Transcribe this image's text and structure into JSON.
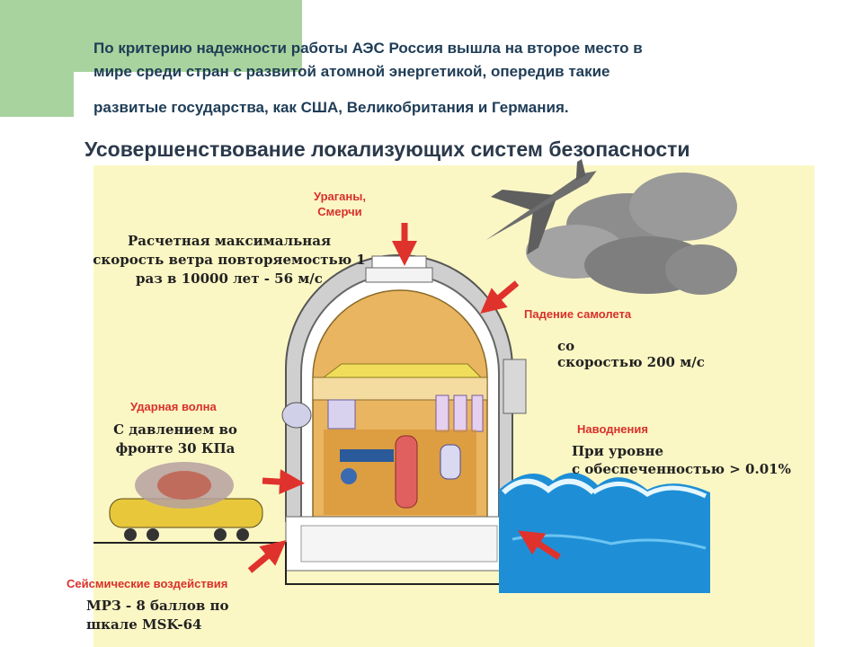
{
  "header": {
    "line1": "По критерию надежности работы АЭС Россия вышла на второе место в",
    "line2": "мире среди стран с развитой атомной энергетикой, опередив такие",
    "line3": "развитые государства, как США, Великобритания и Германия."
  },
  "diagram": {
    "title": "Усовершенствование локализующих систем безопасности",
    "hazards": {
      "hurricanes": {
        "title_line1": "Ураганы,",
        "title_line2": "Смерчи",
        "desc_line1": "Расчетная максимальная",
        "desc_line2": "скорость ветра повторяемостью 1",
        "desc_line3": "раз в 10000 лет - 56 м/с"
      },
      "aircraft": {
        "title": "Падение самолета",
        "desc_line1": "со",
        "desc_line2": "скоростью 200 м/с"
      },
      "shockwave": {
        "title": "Ударная волна",
        "desc_line1": "С давлением во",
        "desc_line2": "фронте 30 КПа"
      },
      "flood": {
        "title": "Наводнения",
        "desc_line1": "При уровне",
        "desc_line2": "с обеспеченностью  > 0.01%"
      },
      "seismic": {
        "title": "Сейсмические воздействия",
        "desc_line1": "МРЗ - 8 баллов по",
        "desc_line2": "шкале MSK-64"
      }
    },
    "colors": {
      "panel": "#fbf7c4",
      "arrow": "#e0322c",
      "dome_inner": "#e9b560",
      "water": "#1e8fd6",
      "containment": "#ffffff"
    }
  }
}
